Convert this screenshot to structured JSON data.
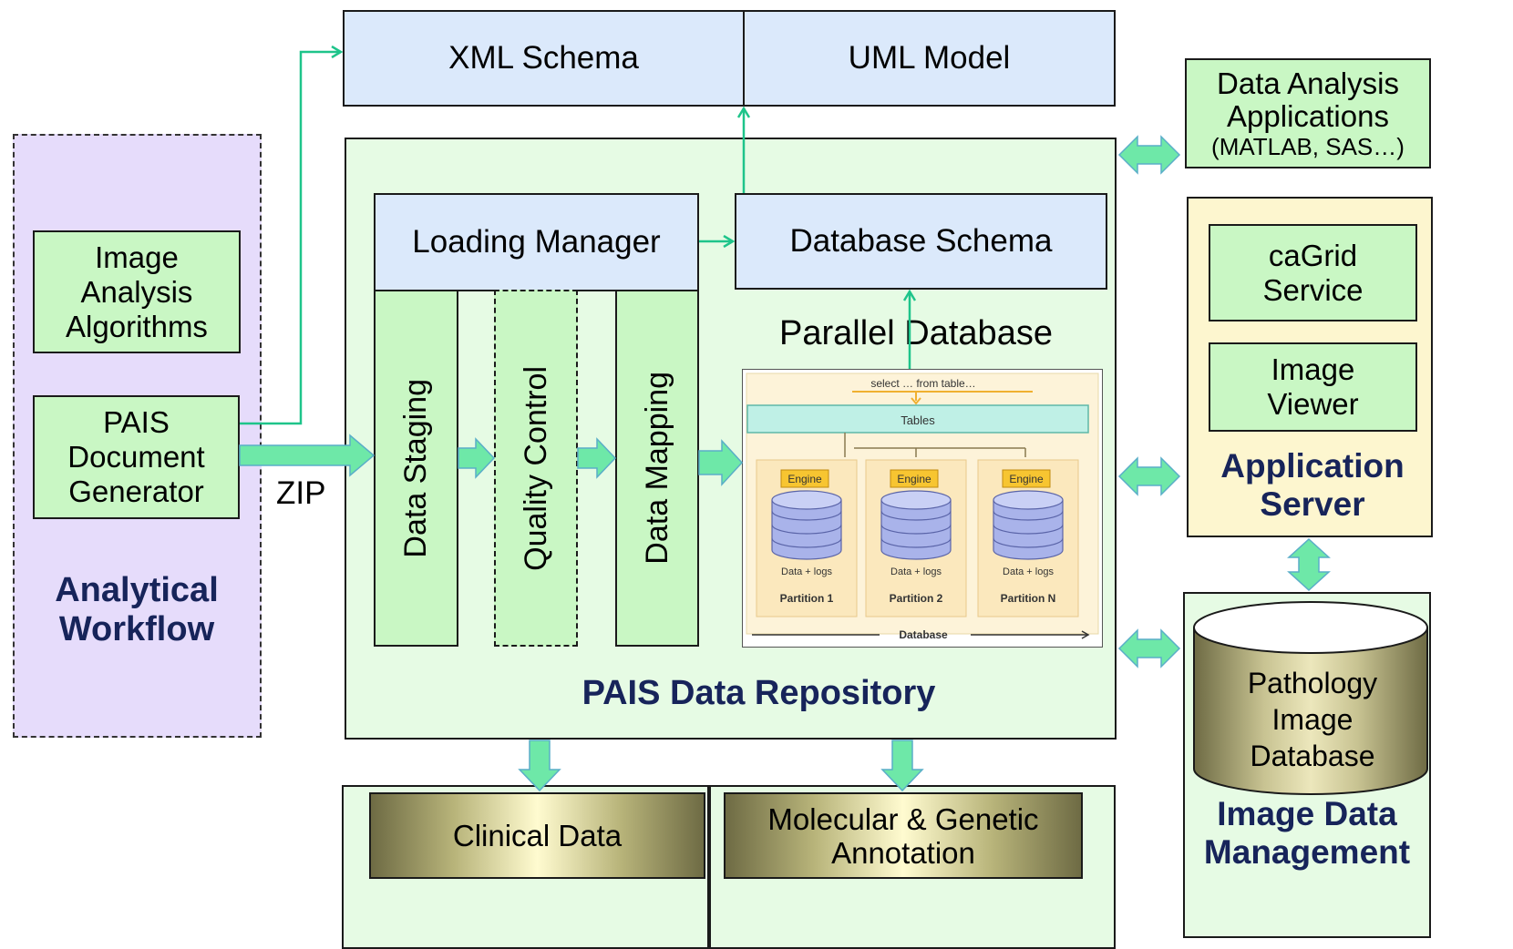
{
  "top": {
    "xml_schema": "XML Schema",
    "uml_model": "UML Model"
  },
  "workflow": {
    "image_analysis": "Image Analysis Algorithms",
    "pais_generator": "PAIS Document Generator",
    "zip": "ZIP",
    "title": "Analytical Workflow"
  },
  "repository": {
    "loading_manager": "Loading Manager",
    "database_schema": "Database Schema",
    "data_staging": "Data Staging",
    "quality_control": "Quality Control",
    "data_mapping": "Data Mapping",
    "parallel_database": "Parallel Database",
    "title": "PAIS Data Repository"
  },
  "parallel_db_figure": {
    "query": "select … from table…",
    "tables": "Tables",
    "engine": "Engine",
    "data_logs": "Data + logs",
    "partitions": [
      "Partition 1",
      "Partition 2",
      "Partition N"
    ],
    "database": "Database"
  },
  "bottom": {
    "clinical_data": "Clinical Data",
    "molecular": "Molecular & Genetic Annotation"
  },
  "right": {
    "data_analysis": "Data Analysis Applications",
    "data_analysis_sub": "(MATLAB, SAS…)",
    "cagrid": "caGrid Service",
    "image_viewer": "Image Viewer",
    "app_server_title": "Application Server",
    "pathology_db": "Pathology Image Database",
    "image_data_title": "Image Data Management"
  },
  "colors": {
    "navy": "#17245a",
    "arrow": "#6ee8a8",
    "line": "#1ec48a"
  }
}
